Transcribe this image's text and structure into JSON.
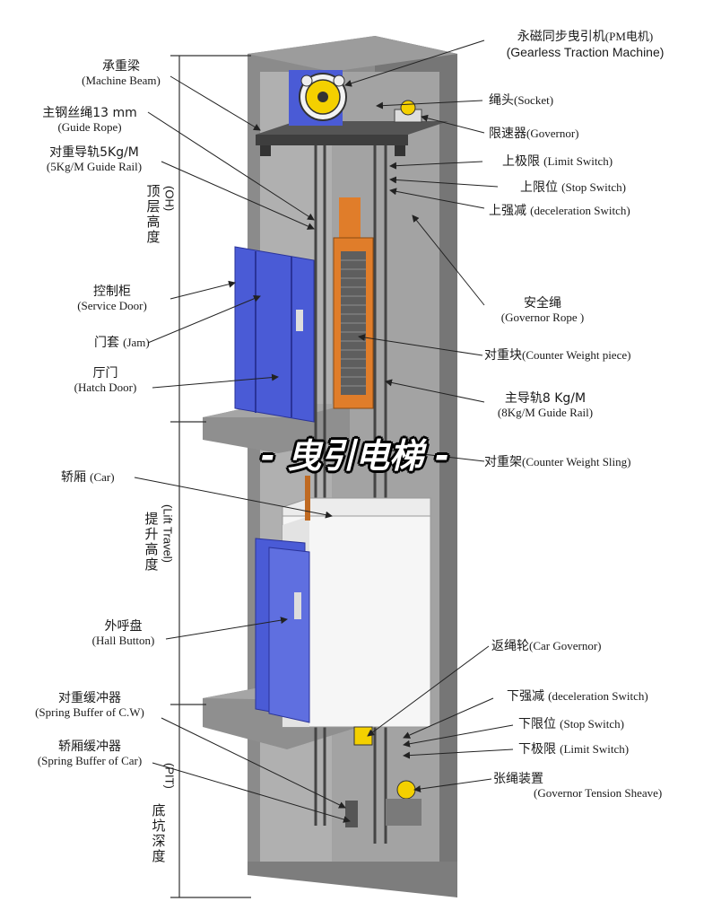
{
  "banner": "- 曳引电梯 -",
  "labels": {
    "machine_beam": {
      "zh": "承重梁",
      "en": "(Machine Beam)"
    },
    "guide_rope": {
      "zh": "主钢丝绳13 mm",
      "en": "(Guide Rope)"
    },
    "cw_guide_rail": {
      "zh": "对重导轨5Kg/M",
      "en": "(5Kg/M Guide Rail)"
    },
    "service_door": {
      "zh": "控制柜",
      "en": "(Service Door)"
    },
    "jam": {
      "zh": "门套",
      "en": "(Jam)"
    },
    "hatch_door": {
      "zh": "厅门",
      "en": "(Hatch Door)"
    },
    "car": {
      "zh": "轿厢",
      "en": "(Car)"
    },
    "hall_button": {
      "zh": "外呼盘",
      "en": "(Hall Button)"
    },
    "cw_buffer": {
      "zh": "对重缓冲器",
      "en": "(Spring Buffer of C.W)"
    },
    "car_buffer": {
      "zh": "轿厢缓冲器",
      "en": "(Spring Buffer of Car)"
    },
    "traction_machine": {
      "zh": "永磁同步曳引机",
      "zh_paren": "(PM电机)",
      "en": "(Gearless Traction Machine)"
    },
    "socket": {
      "zh": "绳头",
      "en": "(Socket)"
    },
    "governor": {
      "zh": "限速器",
      "en": "(Governor)"
    },
    "upper_limit": {
      "zh": "上极限",
      "en": "(Limit Switch)"
    },
    "upper_stop": {
      "zh": "上限位",
      "en": "(Stop Switch)"
    },
    "upper_decel": {
      "zh": "上强减",
      "en": "(deceleration Switch)"
    },
    "governor_rope": {
      "zh": "安全绳",
      "en": "(Governor Rope )"
    },
    "cw_piece": {
      "zh": "对重块",
      "en": "(Counter Weight piece)"
    },
    "main_guide_rail": {
      "zh": "主导轨8 Kg/M",
      "en": "(8Kg/M Guide Rail)"
    },
    "cw_sling": {
      "zh": "对重架",
      "en": "(Counter Weight Sling)"
    },
    "car_governor": {
      "zh": "返绳轮",
      "en": "(Car Governor)"
    },
    "lower_decel": {
      "zh": "下强减",
      "en": "(deceleration Switch)"
    },
    "lower_stop": {
      "zh": "下限位",
      "en": "(Stop Switch)"
    },
    "lower_limit": {
      "zh": "下极限",
      "en": "(Limit Switch)"
    },
    "tension_sheave": {
      "zh": "张绳装置",
      "en": "(Governor Tension Sheave)"
    }
  },
  "dimensions": {
    "oh": {
      "zh": "顶层高度",
      "en": "(OH)"
    },
    "lift": {
      "zh": "提升高度",
      "en": "(Lift Travel)"
    },
    "pit": {
      "zh": "底坑深度",
      "en": "(PIT)"
    }
  }
}
